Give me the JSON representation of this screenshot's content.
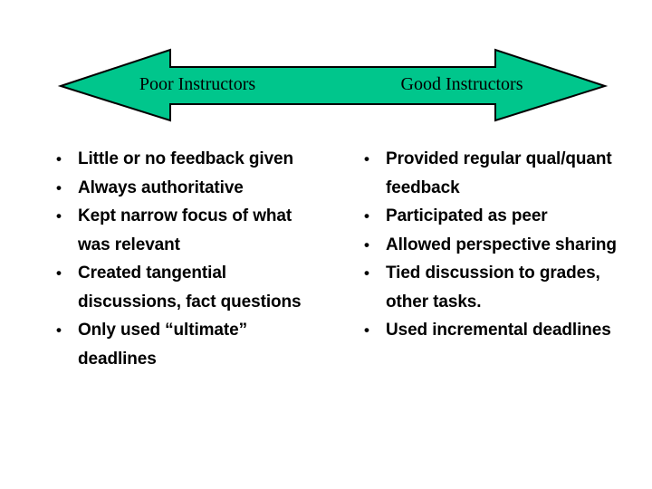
{
  "slide": {
    "background_color": "#ffffff",
    "arrow": {
      "name": "double-headed-arrow",
      "fill_color": "#00c68c",
      "stroke_color": "#000000",
      "left_label": "Poor Instructors",
      "right_label": "Good Instructors"
    },
    "columns": [
      {
        "id": "poor-instructors",
        "heading": "Poor Instructors",
        "bullets": [
          "Little or no feedback given",
          "Always authoritative",
          "Kept narrow focus of what was relevant",
          "Created tangential discussions, fact questions",
          "Only used “ultimate” deadlines"
        ]
      },
      {
        "id": "good-instructors",
        "heading": "Good Instructors",
        "bullets": [
          "Provided regular qual/quant feedback",
          "Participated as peer",
          "Allowed perspective sharing",
          "Tied discussion to grades, other tasks.",
          "Used incremental deadlines"
        ]
      }
    ]
  }
}
